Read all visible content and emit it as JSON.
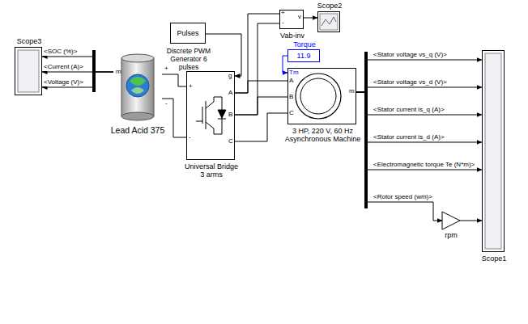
{
  "diagram": {
    "nodes": [
      {
        "text": [
          "Scope3"
        ]
      },
      {
        "text": [
          "Lead Acid 375"
        ]
      },
      {
        "text": [
          "Universal Bridge 3 arms"
        ]
      },
      {
        "text": [
          "Pulses",
          "Discrete PWM Generator 6 pulses"
        ]
      },
      {
        "text": [
          "Vab-inv"
        ]
      },
      {
        "text": [
          "Scope2"
        ]
      },
      {
        "text": [
          "Torque",
          "11.9"
        ]
      },
      {
        "text": [
          "3 HP, 220 V, 60 Hz Asynchronous Machine"
        ]
      },
      {
        "text": [
          "rpm"
        ]
      },
      {
        "text": [
          "Scope1"
        ]
      }
    ],
    "edges": [
      {
        "from": 1,
        "to": 0,
        "arrow": "to",
        "label": "<SOC (%)>"
      },
      {
        "from": 1,
        "to": 0,
        "arrow": "to",
        "label": "<Current (A)>"
      },
      {
        "from": 1,
        "to": 0,
        "arrow": "to",
        "label": "<Voltage (V)>"
      },
      {
        "from": 1,
        "to": 2,
        "arrow": "none"
      },
      {
        "from": 1,
        "to": 2,
        "arrow": "none"
      },
      {
        "from": 3,
        "to": 2,
        "arrow": "to"
      },
      {
        "from": 2,
        "to": 7,
        "arrow": "none"
      },
      {
        "from": 2,
        "to": 7,
        "arrow": "none"
      },
      {
        "from": 2,
        "to": 7,
        "arrow": "none"
      },
      {
        "from": 2,
        "to": 4,
        "arrow": "none"
      },
      {
        "from": 2,
        "to": 4,
        "arrow": "none"
      },
      {
        "from": 4,
        "to": 5,
        "arrow": "to"
      },
      {
        "from": 6,
        "to": 7,
        "arrow": "to"
      },
      {
        "from": 7,
        "to": 9,
        "arrow": "to",
        "label": "<Stator voltage vs_q (V)>"
      },
      {
        "from": 7,
        "to": 9,
        "arrow": "to",
        "label": "<Stator voltage vs_d (V)>"
      },
      {
        "from": 7,
        "to": 9,
        "arrow": "to",
        "label": "<Stator current is_q (A)>"
      },
      {
        "from": 7,
        "to": 9,
        "arrow": "to",
        "label": "<Stator current is_d (A)>"
      },
      {
        "from": 7,
        "to": 9,
        "arrow": "to",
        "label": "<Electromagnetic torque Te (N*m)>"
      },
      {
        "from": 7,
        "to": 8,
        "arrow": "to",
        "label": "<Rotor speed (wm)>"
      },
      {
        "from": 8,
        "to": 9,
        "arrow": "to"
      }
    ],
    "labels": [
      "m",
      "+",
      "-",
      "g",
      "A",
      "B",
      "C",
      "+",
      "-",
      "+",
      "-",
      "v",
      "Tm",
      "A",
      "B",
      "C",
      "m"
    ]
  }
}
